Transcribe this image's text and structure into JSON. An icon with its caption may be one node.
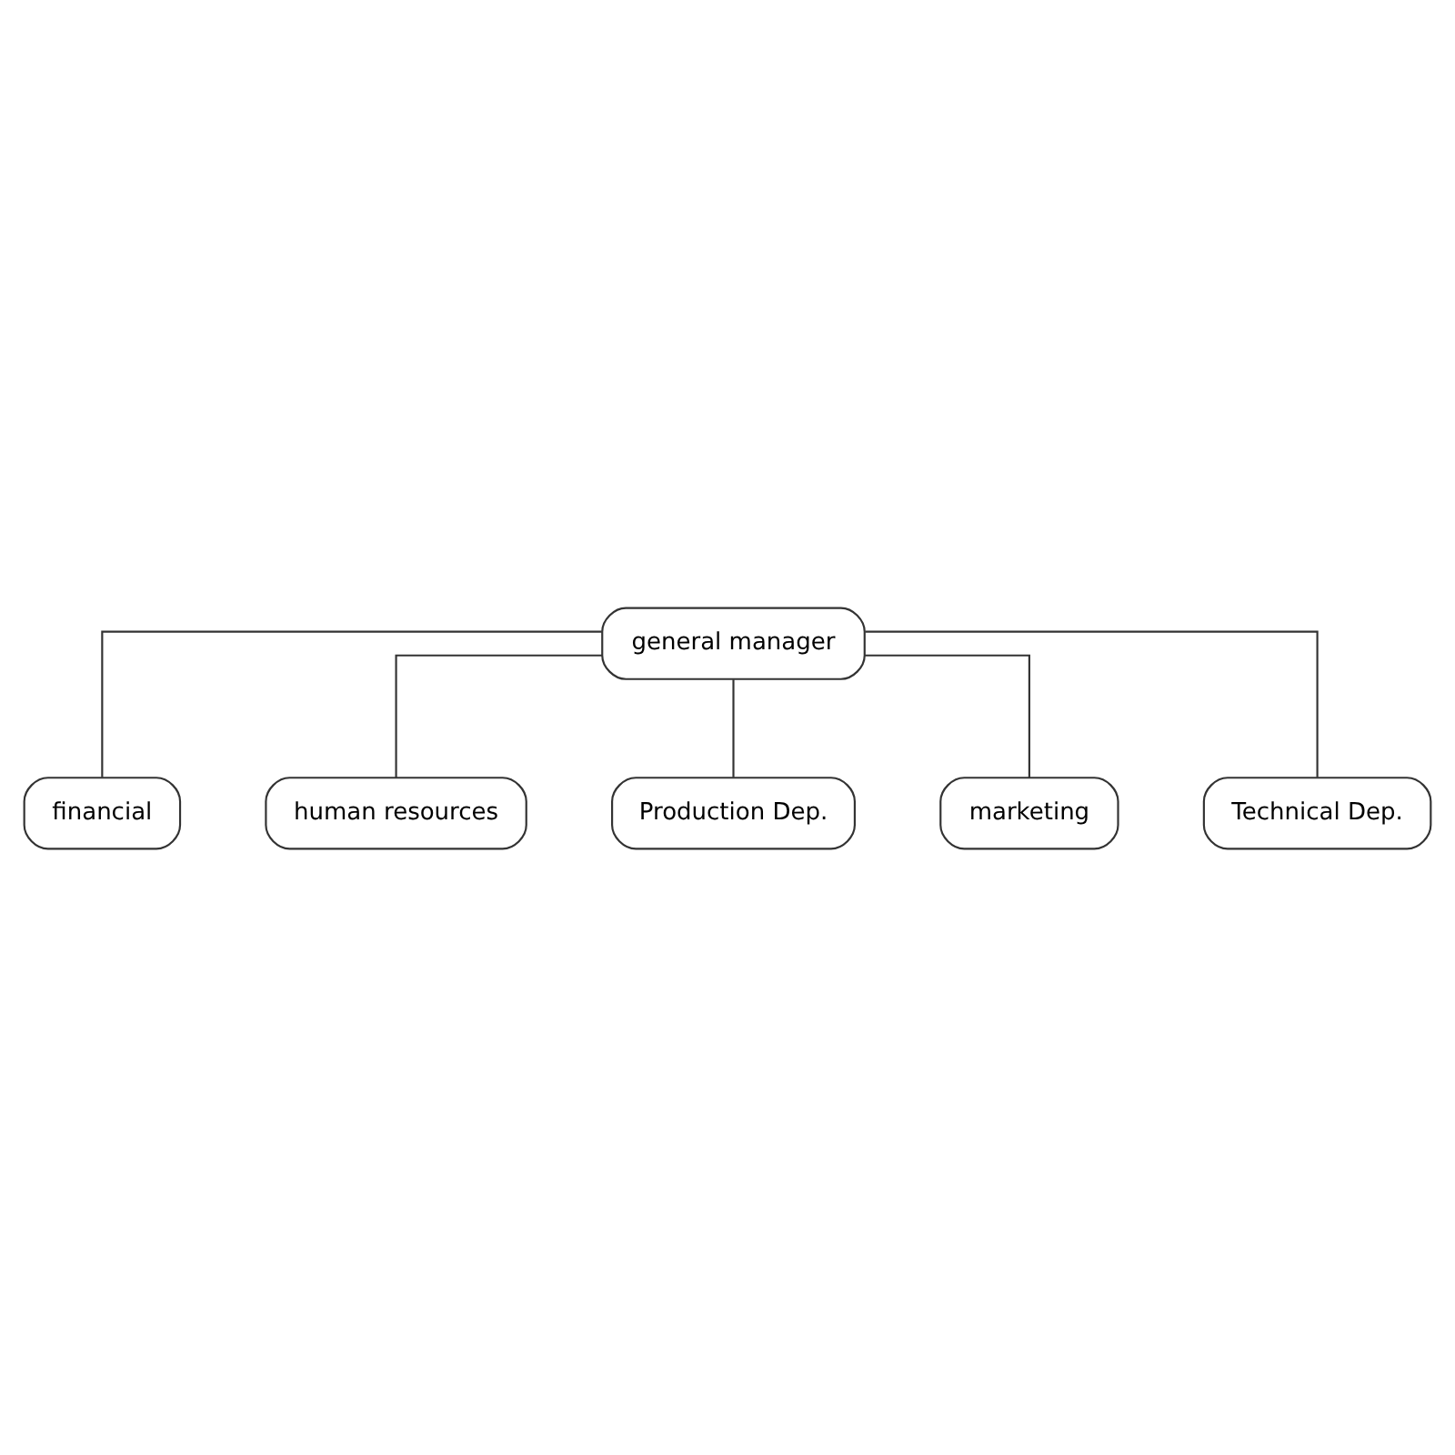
{
  "diagram": {
    "nodes": [
      {
        "text": [
          "general manager"
        ]
      },
      {
        "text": [
          "financial"
        ]
      },
      {
        "text": [
          "human resources"
        ]
      },
      {
        "text": [
          "Production Dep."
        ]
      },
      {
        "text": [
          "marketing"
        ]
      },
      {
        "text": [
          "Technical Dep."
        ]
      }
    ],
    "edges": [
      {
        "from": 0,
        "to": 1,
        "arrow": "none"
      },
      {
        "from": 0,
        "to": 2,
        "arrow": "none"
      },
      {
        "from": 0,
        "to": 3,
        "arrow": "none"
      },
      {
        "from": 0,
        "to": 4,
        "arrow": "none"
      },
      {
        "from": 0,
        "to": 5,
        "arrow": "none"
      }
    ]
  }
}
